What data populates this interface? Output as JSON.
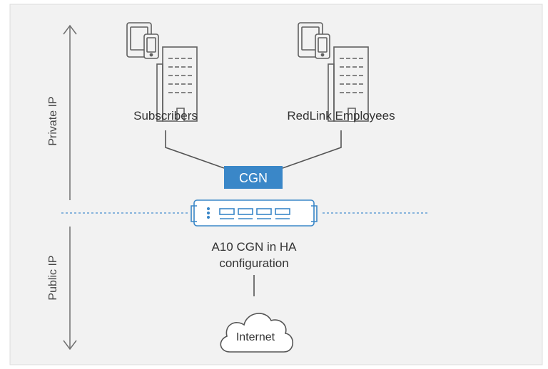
{
  "zones": {
    "private_label": "Private IP",
    "public_label": "Public IP"
  },
  "nodes": {
    "subscribers": {
      "label": "Subscribers",
      "icon": "building-with-devices-icon"
    },
    "employees": {
      "label": "RedLink Employees",
      "icon": "building-with-devices-icon"
    },
    "cgn_badge": {
      "label": "CGN"
    },
    "appliance": {
      "label_line1": "A10 CGN in HA",
      "label_line2": "configuration",
      "icon": "network-appliance-icon"
    },
    "internet": {
      "label": "Internet",
      "icon": "cloud-icon"
    }
  },
  "colors": {
    "background": "#f2f2f2",
    "border": "#d4d4d4",
    "accent": "#3a87c8",
    "line": "#555555",
    "icon_stroke": "#606060",
    "text": "#333333"
  }
}
